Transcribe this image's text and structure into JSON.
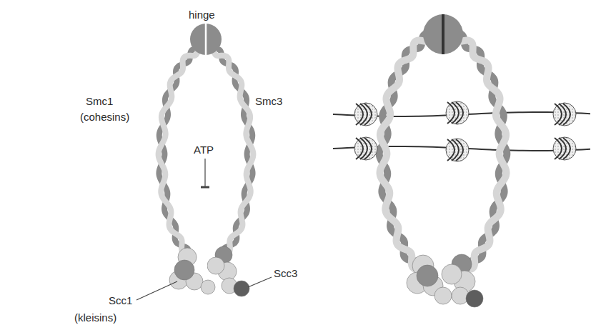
{
  "diagram": {
    "labels": [
      "hinge",
      "Smc1",
      "(cohesins)",
      "ATP",
      "Smc3",
      "Scc1",
      "(kleisins)",
      "Scc3"
    ]
  }
}
